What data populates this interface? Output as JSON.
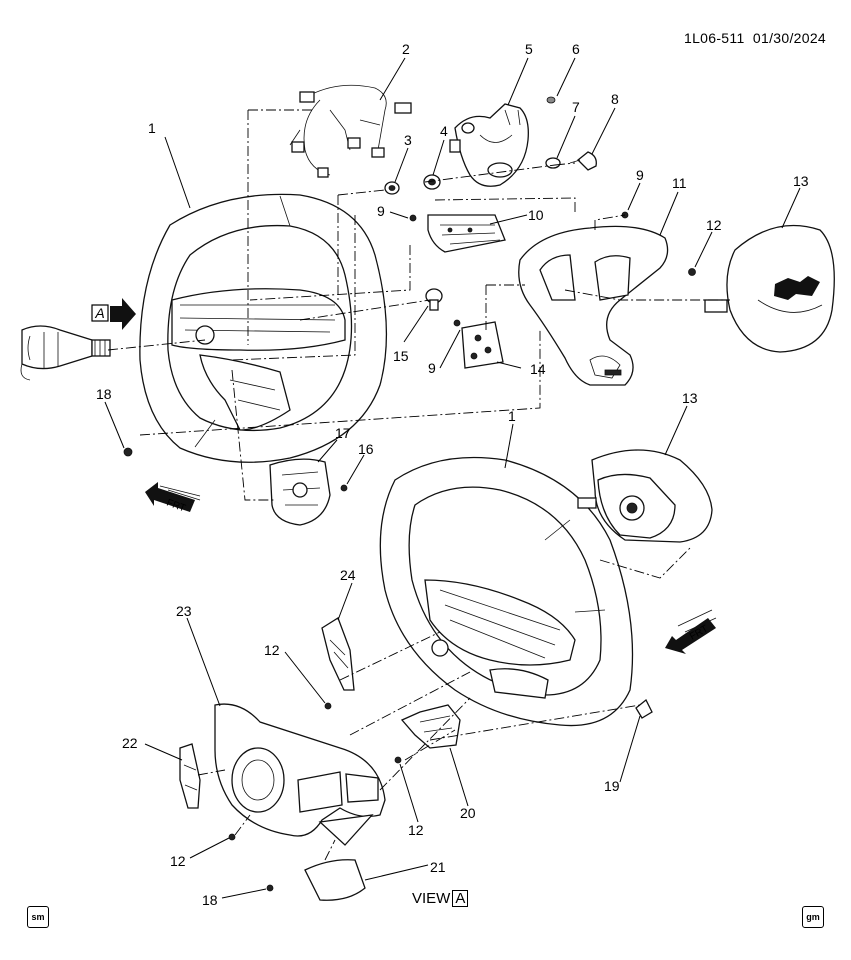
{
  "header": {
    "drawing_id": "1L06-511",
    "date": "01/30/2024"
  },
  "view_label": {
    "text": "VIEW",
    "ref": "A"
  },
  "view_arrow_label": "A",
  "frt_labels": [
    "FRT",
    "FRT"
  ],
  "callouts": {
    "c1a": "1",
    "c1b": "1",
    "c2": "2",
    "c3": "3",
    "c4": "4",
    "c5": "5",
    "c6": "6",
    "c7": "7",
    "c8": "8",
    "c9a": "9",
    "c9b": "9",
    "c9c": "9",
    "c10": "10",
    "c11": "11",
    "c12a": "12",
    "c12b": "12",
    "c12c": "12",
    "c12d": "12",
    "c13a": "13",
    "c13b": "13",
    "c14": "14",
    "c15": "15",
    "c16": "16",
    "c17": "17",
    "c18a": "18",
    "c18b": "18",
    "c19": "19",
    "c20": "20",
    "c21": "21",
    "c22": "22",
    "c23": "23",
    "c24": "24"
  },
  "footer": {
    "left_logo": "sm",
    "right_logo": "gm"
  }
}
